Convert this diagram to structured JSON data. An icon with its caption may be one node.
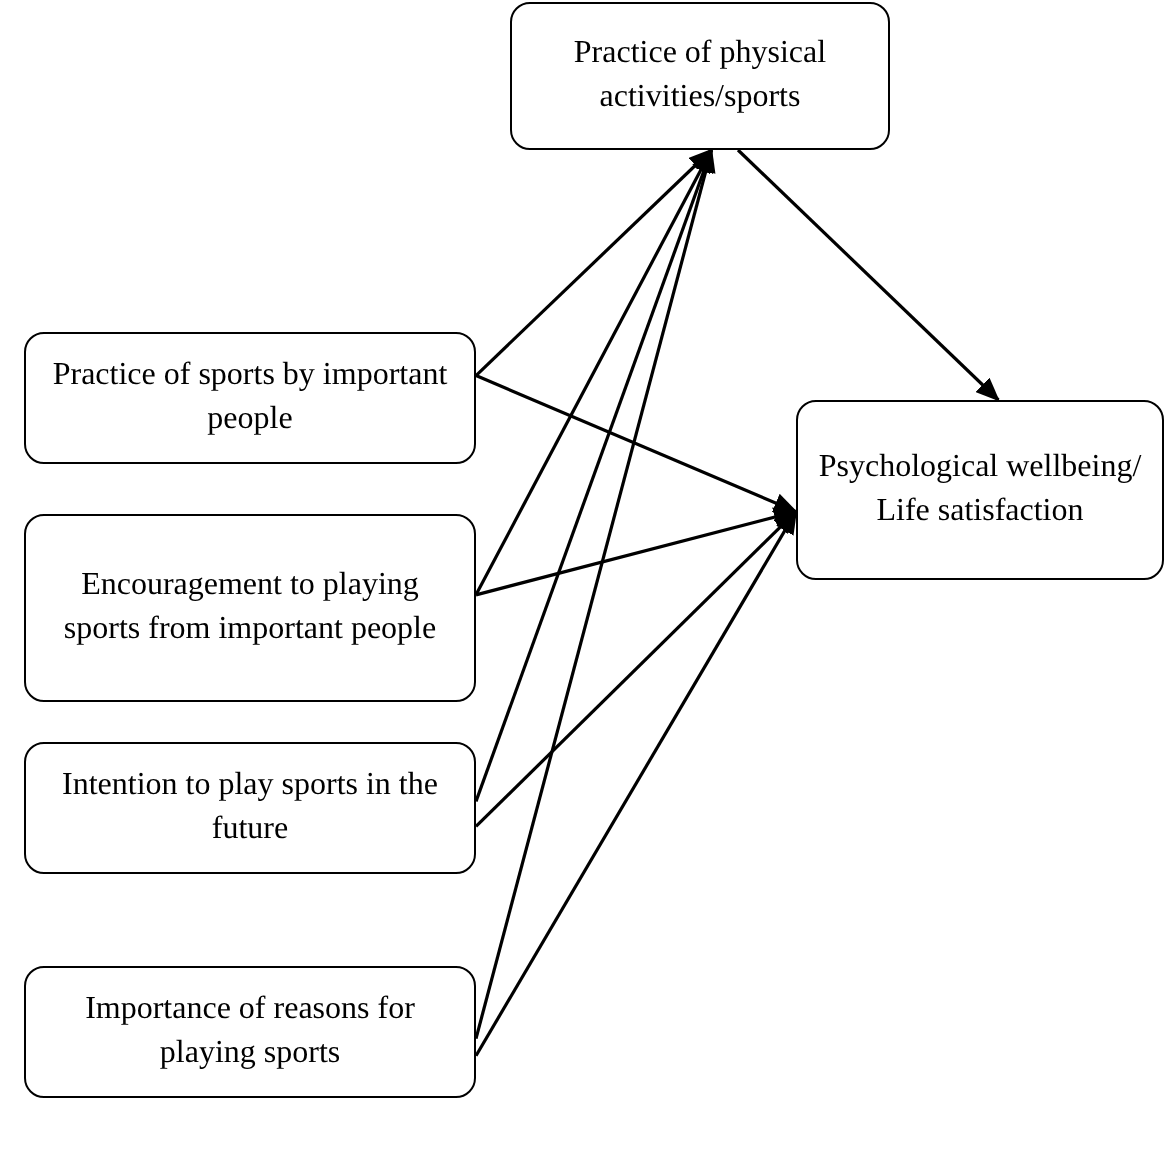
{
  "diagram": {
    "nodes": [
      {
        "text": [
          "Practice of physical activities/sports"
        ]
      },
      {
        "text": [
          "Practice of sports by important people"
        ]
      },
      {
        "text": [
          "Encouragement to playing sports from important people"
        ]
      },
      {
        "text": [
          "Intention to play sports in the future"
        ]
      },
      {
        "text": [
          "Importance of reasons for playing sports"
        ]
      },
      {
        "text": [
          "Psychological wellbeing/ Life satisfaction"
        ]
      }
    ],
    "edges": [
      {
        "from": 1,
        "to": 0,
        "arrow": "to"
      },
      {
        "from": 1,
        "to": 5,
        "arrow": "to"
      },
      {
        "from": 2,
        "to": 0,
        "arrow": "to"
      },
      {
        "from": 2,
        "to": 5,
        "arrow": "to"
      },
      {
        "from": 3,
        "to": 0,
        "arrow": "to"
      },
      {
        "from": 3,
        "to": 5,
        "arrow": "to"
      },
      {
        "from": 4,
        "to": 0,
        "arrow": "to"
      },
      {
        "from": 4,
        "to": 5,
        "arrow": "to"
      },
      {
        "from": 0,
        "to": 5,
        "arrow": "to"
      }
    ]
  }
}
